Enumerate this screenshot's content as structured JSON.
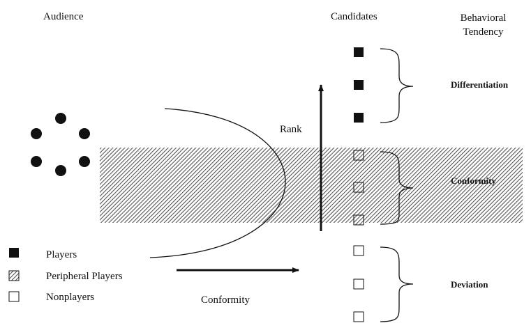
{
  "headers": {
    "audience": "Audience",
    "candidates": "Candidates",
    "behavioral_tendency": "Behavioral Tendency"
  },
  "axis_labels": {
    "rank": "Rank",
    "conformity_arrow": "Conformity"
  },
  "tendencies": {
    "differentiation": "Differentiation",
    "conformity": "Conformity",
    "deviation": "Deviation"
  },
  "legend": {
    "players": "Players",
    "peripheral_players": "Peripheral Players",
    "nonplayers": "Nonplayers"
  },
  "colors": {
    "ink": "#111111",
    "band_line": "#555555",
    "background": "#ffffff"
  }
}
